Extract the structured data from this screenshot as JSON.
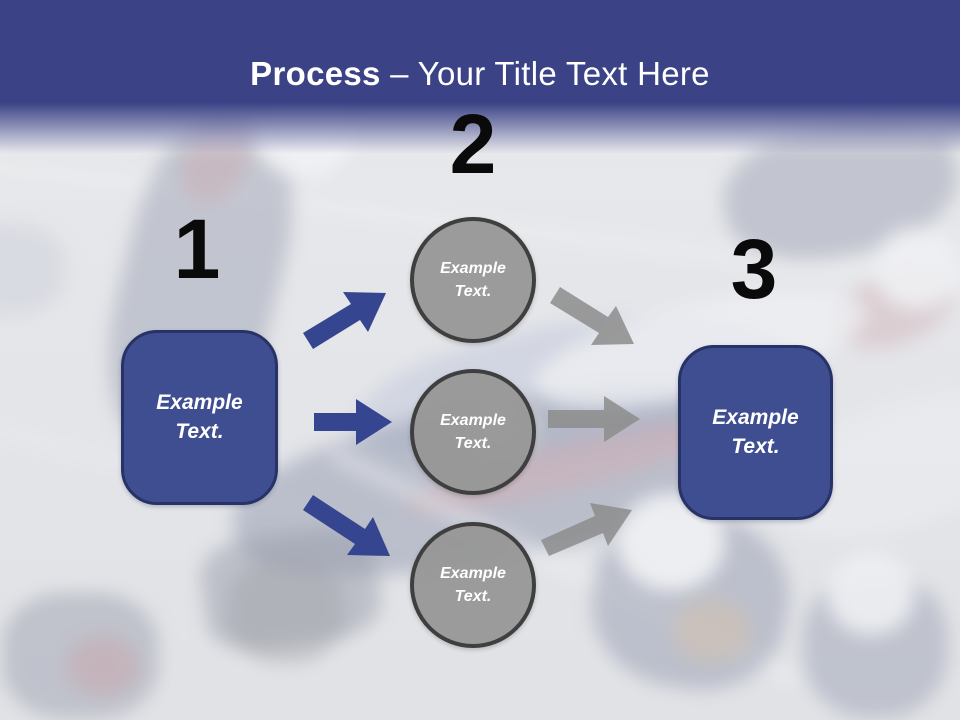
{
  "title": {
    "emphasis": "Process",
    "rest": "– Your Title Text Here"
  },
  "numbers": [
    "1",
    "2",
    "3"
  ],
  "boxes": [
    {
      "line1": "Example",
      "line2": "Text."
    },
    {
      "line1": "Example",
      "line2": "Text."
    }
  ],
  "circles": [
    {
      "line1": "Example",
      "line2": "Text."
    },
    {
      "line1": "Example",
      "line2": "Text."
    },
    {
      "line1": "Example",
      "line2": "Text."
    }
  ],
  "colors": {
    "banner_blue": "#3B4286",
    "title_color": "#FFFFFF",
    "number_color": "#0A0A0A",
    "box_fill": "#3E4E90",
    "box_border": "#273367",
    "circle_fill": "#969696",
    "circle_border": "#3F3F3F",
    "arrow_blue": "#35458F",
    "arrow_gray": "#8C8C8C",
    "background_gray": "#E2E3E6"
  }
}
